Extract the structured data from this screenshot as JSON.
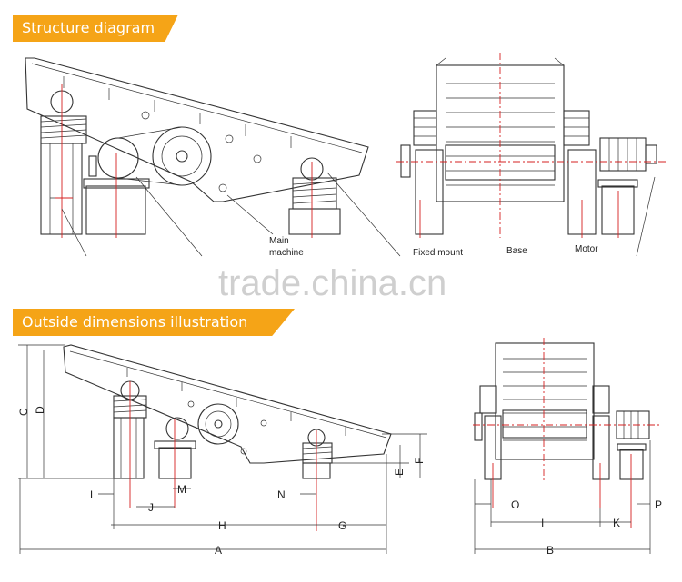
{
  "sections": {
    "structure_title": "Structure diagram",
    "dimensions_title": "Outside dimensions illustration"
  },
  "callouts": {
    "main_machine_line1": "Main",
    "main_machine_line2": "machine",
    "fixed_mount": "Fixed mount",
    "base": "Base",
    "motor": "Motor"
  },
  "watermark": "trade.china.cn",
  "dimension_letters": {
    "A": "A",
    "B": "B",
    "C": "C",
    "D": "D",
    "E": "E",
    "F": "F",
    "G": "G",
    "H": "H",
    "I": "I",
    "J": "J",
    "K": "K",
    "L": "L",
    "M": "M",
    "N": "N",
    "O": "O",
    "P": "P"
  }
}
